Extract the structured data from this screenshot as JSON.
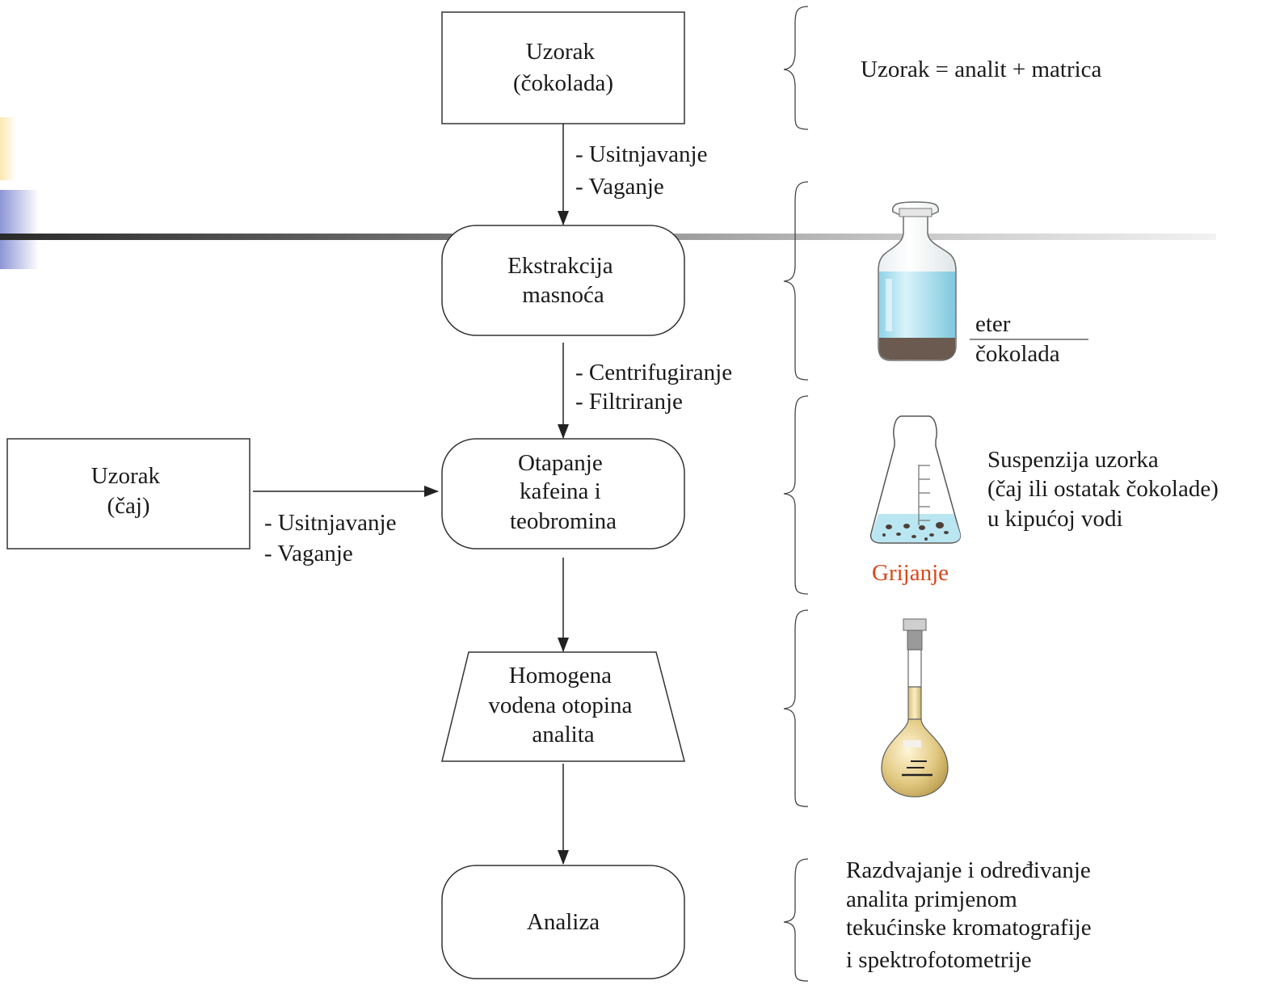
{
  "colors": {
    "line": "#333333",
    "heating_text": "#d9471a",
    "blue_light": "#b9e6f1",
    "solid_brown": "#6b5a4f",
    "flask_yellow": "#e2c982",
    "decor_blue": "#8d95d6",
    "decor_yellow": "#fbe7b0"
  },
  "nodes": {
    "sample_chocolate": [
      "Uzorak",
      "(čokolada)"
    ],
    "fat_extraction": [
      "Ekstrakcija",
      "masnoća"
    ],
    "dissolution": [
      "Otapanje",
      "kafeina i",
      "teobromina"
    ],
    "homogeneous_solution": [
      "Homogena",
      "vodena otopina",
      "analita"
    ],
    "analysis": [
      "Analiza"
    ],
    "sample_tea": [
      "Uzorak",
      "(čaj)"
    ]
  },
  "edges": {
    "step1": [
      "- Usitnjavanje",
      "- Vaganje"
    ],
    "step2": [
      "- Centrifugiranje",
      "- Filtriranje"
    ],
    "step_tea": [
      "- Usitnjavanje",
      "- Vaganje"
    ]
  },
  "annotations": {
    "sample_equation": "Uzorak = analit + matrica",
    "ether_label": "eter",
    "chocolate_label": "čokolada",
    "suspension": [
      "Suspenzija uzorka",
      "(čaj ili ostatak čokolade)",
      "u kipućoj vodi"
    ],
    "heating": "Grijanje",
    "separation": [
      "Razdvajanje i određivanje",
      "analita primjenom",
      "tekućinske kromatografije",
      "i spektrofotometrije"
    ]
  },
  "icons": [
    "reagent-bottle-icon",
    "erlenmeyer-flask-icon",
    "volumetric-flask-icon"
  ]
}
